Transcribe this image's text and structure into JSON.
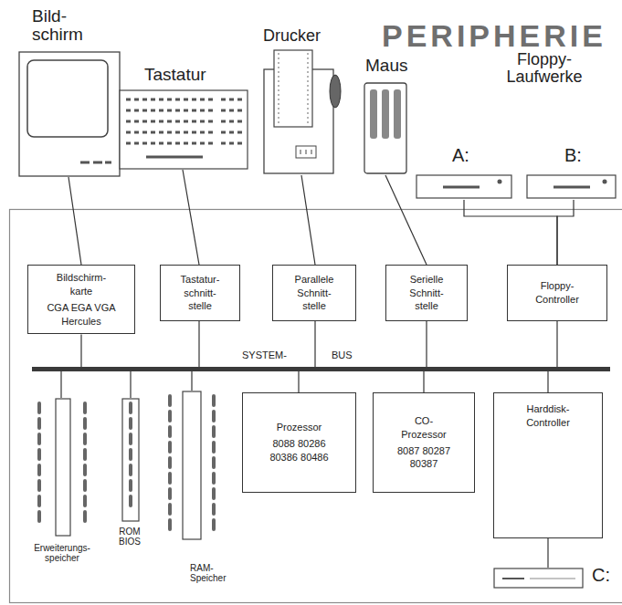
{
  "diagram": {
    "title": "PERIPHERIE",
    "nodes": [
      {
        "text": [
          "Bild- schirm"
        ]
      },
      {
        "text": [
          "Tastatur"
        ]
      },
      {
        "text": [
          "Drucker"
        ]
      },
      {
        "text": [
          "Maus"
        ]
      },
      {
        "text": [
          "A:"
        ]
      },
      {
        "text": [
          "B:"
        ]
      },
      {
        "text": [
          "Bildschirm- karte",
          "CGA EGA VGA Hercules"
        ]
      },
      {
        "text": [
          "Tastatur- schnitt- stelle"
        ]
      },
      {
        "text": [
          "Parallele Schnitt- stelle"
        ]
      },
      {
        "text": [
          "Serielle Schnitt- stelle"
        ]
      },
      {
        "text": [
          "Floppy- Controller"
        ]
      },
      {
        "text": [
          "SYSTEM-",
          "BUS"
        ]
      },
      {
        "text": [
          "Erweiterungs- speicher"
        ]
      },
      {
        "text": [
          "ROM BIOS"
        ]
      },
      {
        "text": [
          "RAM- Speicher"
        ]
      },
      {
        "text": [
          "Prozessor",
          "8088 80286 80386 80486"
        ]
      },
      {
        "text": [
          "CO- Prozessor",
          "8087 80287 80387"
        ]
      },
      {
        "text": [
          "Harddisk- Controller"
        ]
      },
      {
        "text": [
          "C:"
        ]
      }
    ],
    "edges": [
      {
        "from": 0,
        "to": 6,
        "arrow": "none"
      },
      {
        "from": 1,
        "to": 7,
        "arrow": "none"
      },
      {
        "from": 2,
        "to": 8,
        "arrow": "none"
      },
      {
        "from": 3,
        "to": 9,
        "arrow": "none"
      },
      {
        "from": 4,
        "to": 10,
        "arrow": "none"
      },
      {
        "from": 5,
        "to": 10,
        "arrow": "none"
      },
      {
        "from": 6,
        "to": 11,
        "arrow": "none"
      },
      {
        "from": 7,
        "to": 11,
        "arrow": "none"
      },
      {
        "from": 8,
        "to": 11,
        "arrow": "none"
      },
      {
        "from": 9,
        "to": 11,
        "arrow": "none"
      },
      {
        "from": 10,
        "to": 11,
        "arrow": "none"
      },
      {
        "from": 11,
        "to": 12,
        "arrow": "none"
      },
      {
        "from": 11,
        "to": 13,
        "arrow": "none"
      },
      {
        "from": 11,
        "to": 14,
        "arrow": "none"
      },
      {
        "from": 11,
        "to": 15,
        "arrow": "none"
      },
      {
        "from": 11,
        "to": 16,
        "arrow": "none"
      },
      {
        "from": 11,
        "to": 17,
        "arrow": "none"
      },
      {
        "from": 17,
        "to": 18,
        "arrow": "none"
      }
    ],
    "labels": [
      "Floppy- Laufwerke"
    ]
  }
}
